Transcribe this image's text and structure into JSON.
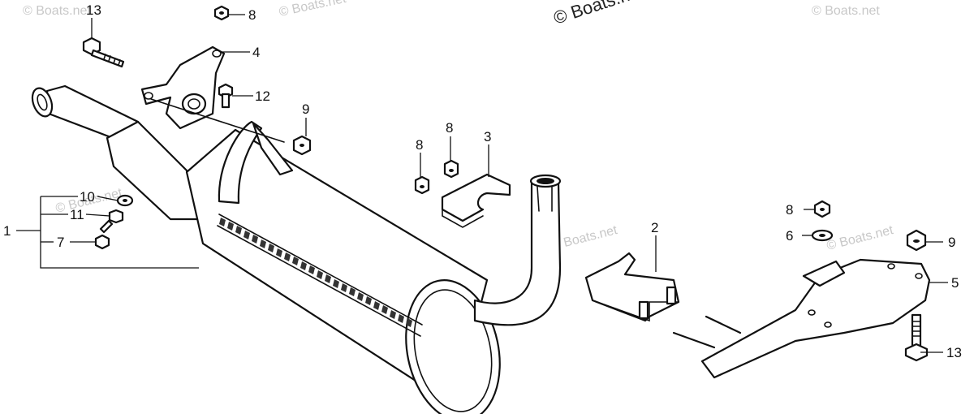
{
  "watermarks": {
    "main": "© Boats.net",
    "tiles": [
      "© Boats.net",
      "© Boats.net",
      "© Boats.net",
      "© Boats.net",
      "© Boats.net",
      "© Boats.net"
    ]
  },
  "callouts": {
    "c1": "1",
    "c2": "2",
    "c3": "3",
    "c4": "4",
    "c5": "5",
    "c6": "6",
    "c7": "7",
    "c8a": "8",
    "c8b": "8",
    "c8c": "8",
    "c8d": "8",
    "c9a": "9",
    "c9b": "9",
    "c10": "10",
    "c11": "11",
    "c12": "12",
    "c13a": "13",
    "c13b": "13"
  }
}
